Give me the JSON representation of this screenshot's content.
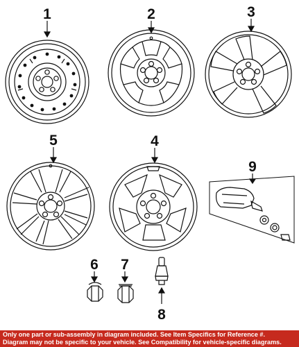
{
  "callouts": {
    "c1": "1",
    "c2": "2",
    "c3": "3",
    "c4": "4",
    "c5": "5",
    "c6": "6",
    "c7": "7",
    "c8": "8",
    "c9": "9"
  },
  "footer": {
    "line1": "Only one part or sub-assembly in diagram included. See Item Specifics for Reference #.",
    "line2": "Diagram may not be specific to your vehicle. See Compatibility for vehicle-specific diagrams."
  },
  "colors": {
    "ink": "#111111",
    "footer_bg": "#c62a1e",
    "footer_text": "#ffffff"
  }
}
